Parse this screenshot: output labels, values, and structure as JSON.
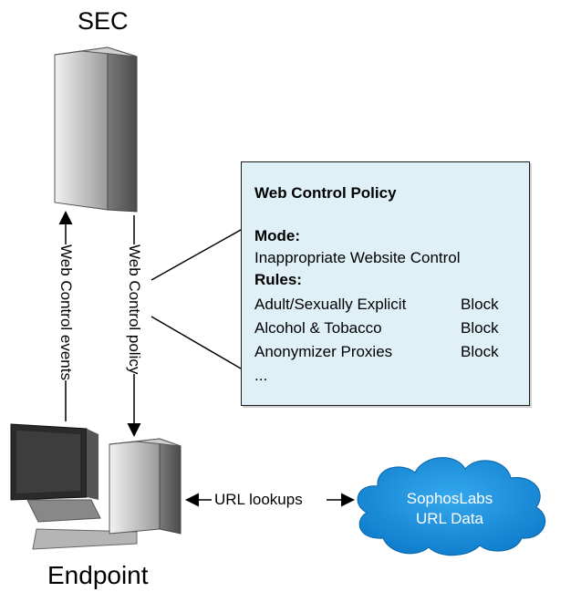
{
  "nodes": {
    "server_label": "SEC",
    "endpoint_label": "Endpoint",
    "cloud_line1": "SophosLabs",
    "cloud_line2": "URL Data"
  },
  "edges": {
    "events_label": "Web Control events",
    "policy_label": "Web Control policy",
    "lookup_label": "URL lookups"
  },
  "policy_box": {
    "title": "Web Control Policy",
    "mode_heading": "Mode:",
    "mode_value": "Inappropriate Website Control",
    "rules_heading": "Rules:",
    "rules": [
      {
        "category": "Adult/Sexually Explicit",
        "action": "Block"
      },
      {
        "category": "Alcohol & Tobacco",
        "action": "Block"
      },
      {
        "category": "Anonymizer Proxies",
        "action": "Block"
      }
    ],
    "more": "..."
  },
  "colors": {
    "cloud": "#1a8fe0",
    "box_fill": "#dff0f7"
  }
}
